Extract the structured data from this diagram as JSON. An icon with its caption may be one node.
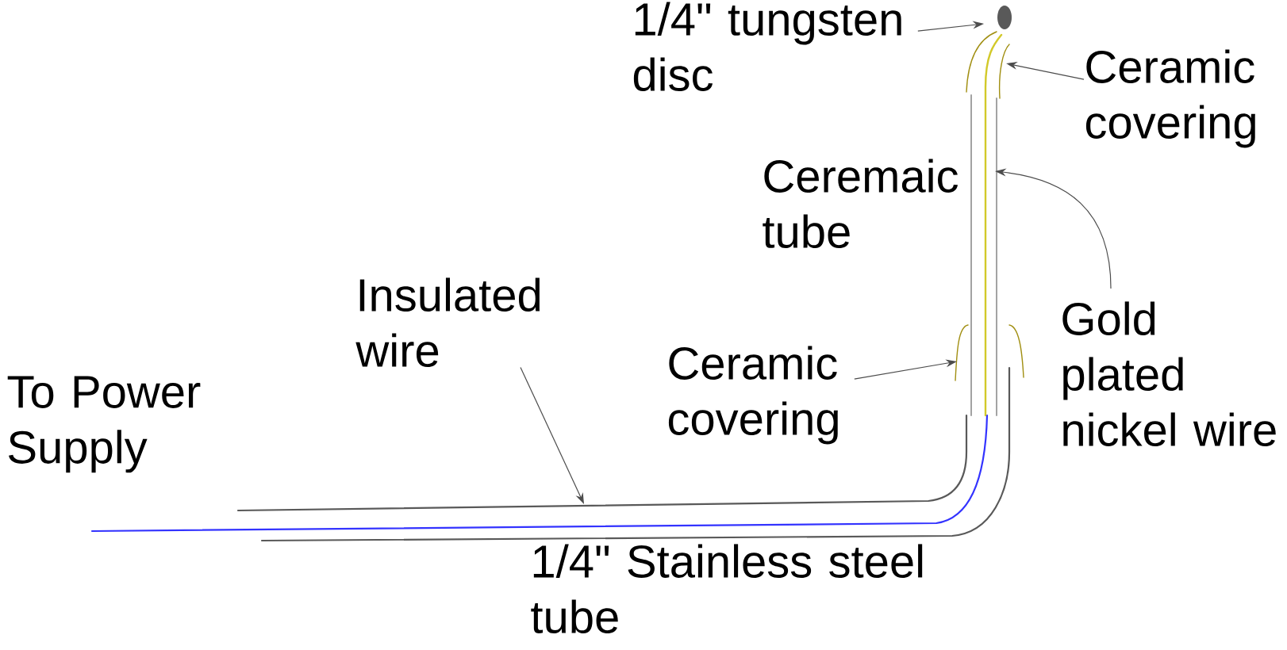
{
  "diagram": {
    "nodes": [
      {
        "text": [
          "1/4\" tungsten disc"
        ]
      },
      {
        "text": [
          "Ceramic covering"
        ]
      },
      {
        "text": [
          "Ceremaic tube"
        ]
      },
      {
        "text": [
          "Gold plated nickel wire"
        ]
      },
      {
        "text": [
          "Ceramic covering"
        ]
      },
      {
        "text": [
          "Insulated wire"
        ]
      },
      {
        "text": [
          "To Power Supply"
        ]
      },
      {
        "text": [
          "1/4\" Stainless steel tube"
        ]
      }
    ],
    "edges": [
      {
        "from": 0,
        "to": null,
        "arrow": "to"
      },
      {
        "from": 1,
        "to": null,
        "arrow": "to"
      },
      {
        "from": 3,
        "to": null,
        "arrow": "to"
      },
      {
        "from": 4,
        "to": null,
        "arrow": "to"
      },
      {
        "from": 5,
        "to": null,
        "arrow": "to"
      }
    ]
  }
}
